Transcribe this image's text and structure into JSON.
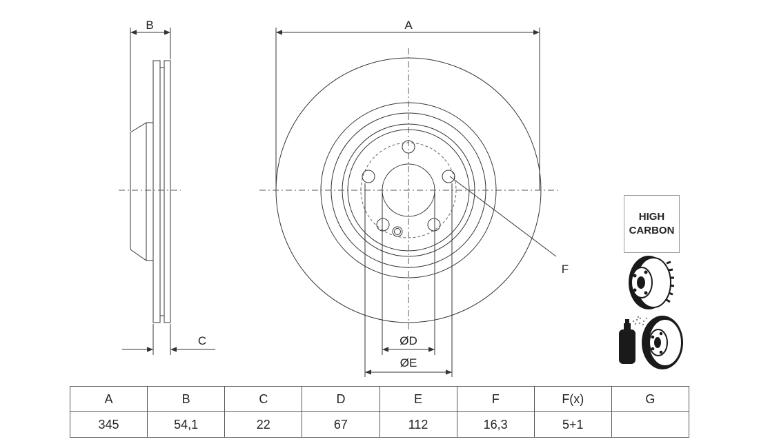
{
  "dimension_labels": {
    "a": "A",
    "b": "B",
    "c": "C",
    "d": "ØD",
    "e": "ØE",
    "f": "F"
  },
  "badge": {
    "line1": "HIGH",
    "line2": "CARBON"
  },
  "spec_table": {
    "headers": [
      "A",
      "B",
      "C",
      "D",
      "E",
      "F",
      "F(x)",
      "G"
    ],
    "values": [
      "345",
      "54,1",
      "22",
      "67",
      "112",
      "16,3",
      "5+1",
      ""
    ]
  },
  "icons": [
    "ventilated-disc-icon",
    "spray-coated-disc-icon"
  ]
}
